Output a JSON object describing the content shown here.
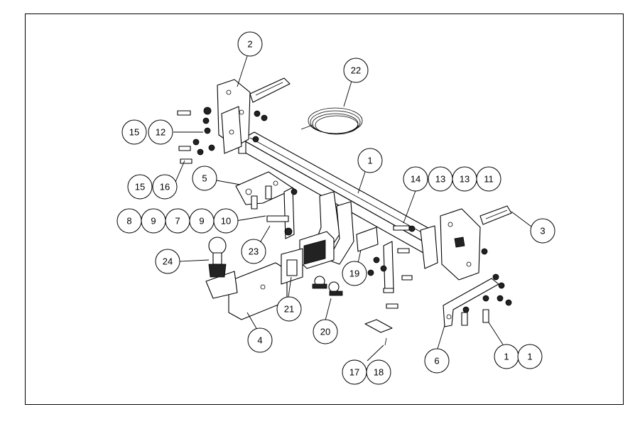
{
  "title": "",
  "callouts": [
    "1",
    "2",
    "3",
    "4",
    "5",
    "6",
    "7",
    "8",
    "9",
    "10",
    "11",
    "12",
    "13",
    "14",
    "15",
    "16",
    "17",
    "18",
    "19",
    "20",
    "21",
    "22",
    "23",
    "24"
  ],
  "labels": {
    "c2": "2",
    "c22": "22",
    "c15a": "15",
    "c12": "12",
    "c15b": "15",
    "c16": "16",
    "c5": "5",
    "c1a": "1",
    "c14": "14",
    "c13a": "13",
    "c13b": "13",
    "c11": "11",
    "c8": "8",
    "c9a": "9",
    "c7": "7",
    "c9b": "9",
    "c10": "10",
    "c3": "3",
    "c23": "23",
    "c24": "24",
    "c19": "19",
    "c21": "21",
    "c4": "4",
    "c20": "20",
    "c6": "6",
    "c1b": "1",
    "c1c": "1",
    "c17": "17",
    "c18": "18"
  }
}
